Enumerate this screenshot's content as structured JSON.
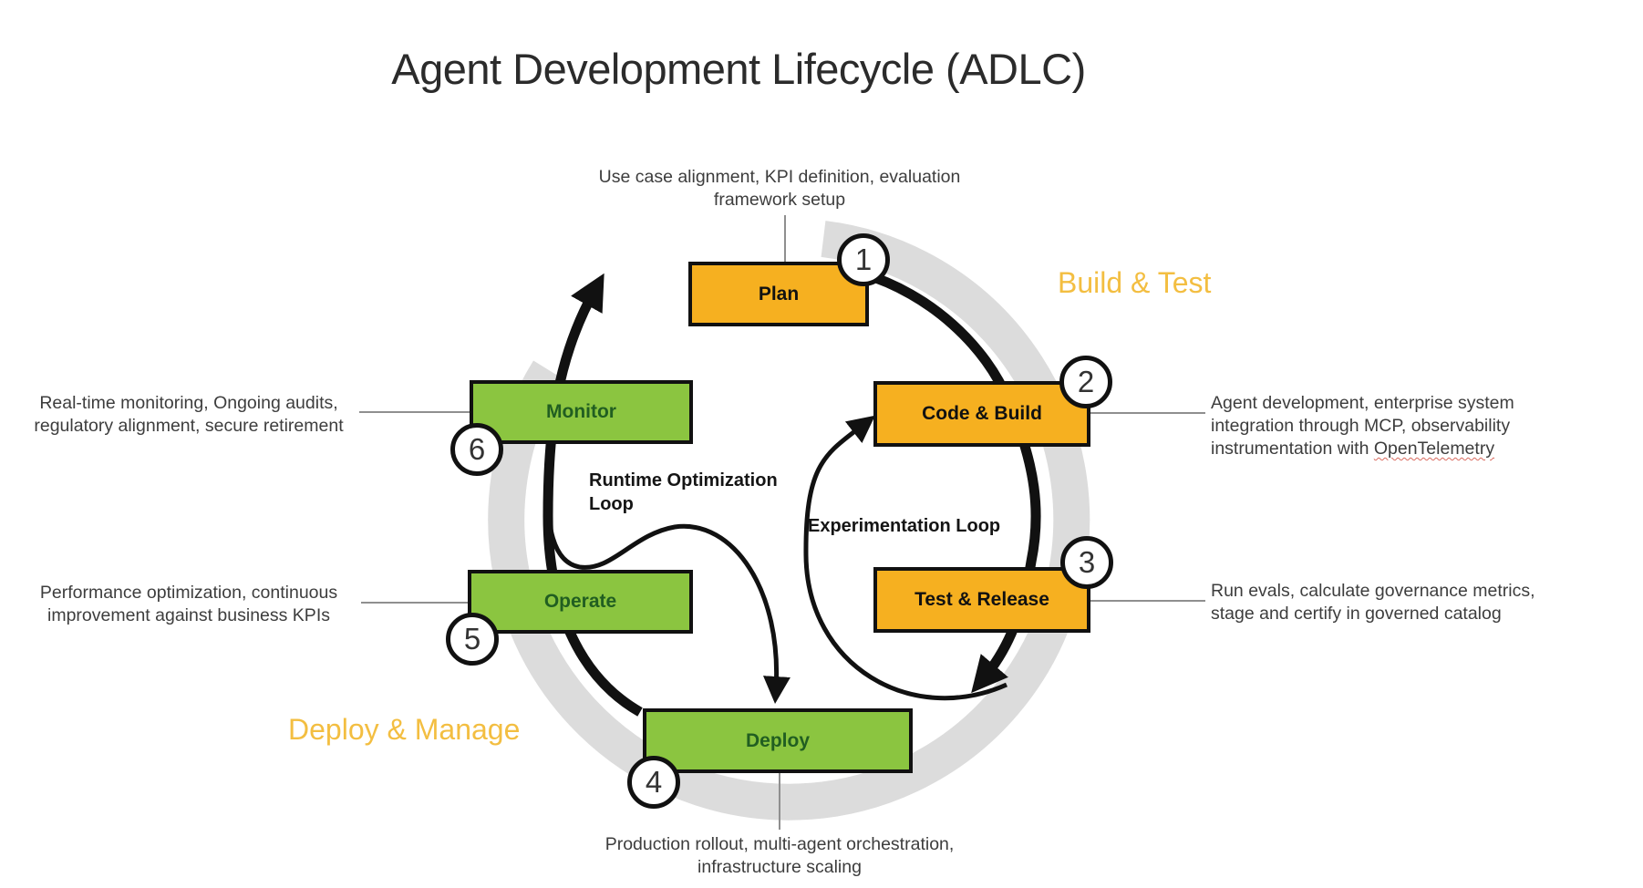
{
  "title": "Agent Development Lifecycle (ADLC)",
  "phase_labels": {
    "build_test": "Build & Test",
    "deploy_manage": "Deploy & Manage"
  },
  "stages": {
    "plan": {
      "num": "1",
      "label": "Plan"
    },
    "code_build": {
      "num": "2",
      "label": "Code & Build"
    },
    "test_release": {
      "num": "3",
      "label": "Test & Release"
    },
    "deploy": {
      "num": "4",
      "label": "Deploy"
    },
    "operate": {
      "num": "5",
      "label": "Operate"
    },
    "monitor": {
      "num": "6",
      "label": "Monitor"
    }
  },
  "loops": {
    "runtime": [
      "Runtime Optimization",
      "Loop"
    ],
    "experimentation": "Experimentation Loop"
  },
  "annotations": {
    "plan": [
      "Use case alignment, KPI definition, evaluation",
      "framework setup"
    ],
    "code_build": [
      "Agent development, enterprise system",
      "integration through MCP, observability"
    ],
    "code_build_tail_prefix": "instrumentation with ",
    "code_build_tail_term": "OpenTelemetry",
    "test_release": [
      "Run evals, calculate governance metrics,",
      "stage and certify in governed catalog"
    ],
    "deploy": [
      "Production rollout, multi-agent orchestration,",
      "infrastructure scaling"
    ],
    "operate": [
      "Performance optimization, continuous",
      "improvement against business KPIs"
    ],
    "monitor": [
      "Real-time monitoring, Ongoing audits,",
      "regulatory alignment, secure retirement"
    ]
  },
  "colors": {
    "build_stage_fill": "#F6B020",
    "deploy_stage_fill": "#8BC540",
    "phase_label_text": "#F3BE41",
    "ring_gray": "#DCDCDC",
    "flow_black": "#111111",
    "deploy_stage_text": "#215E21",
    "annotation_text": "#3D3D3D"
  }
}
